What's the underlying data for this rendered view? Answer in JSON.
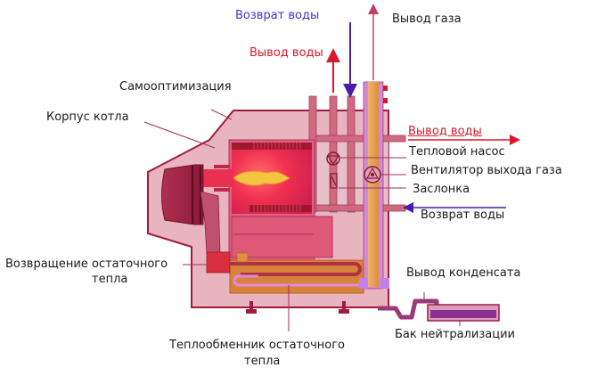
{
  "diagram": {
    "subject": "Condensing boiler schematic",
    "colors": {
      "body_fill": "#e8b4c0",
      "body_stroke": "#a01c3c",
      "chamber_fill": "#e0456a",
      "flame": "#f5c542",
      "heat_exchanger": "#d9823a",
      "flue_pipe": "#e8a55a",
      "flue_outer": "#d48ad0",
      "water_out_arrow": "#d8182a",
      "water_return_arrow": "#4a1aa8",
      "gas_out_arrow": "#c04060"
    },
    "labels": {
      "water_return_top": "Возврат воды",
      "water_out_top": "Вывод воды",
      "gas_out": "Вывод газа",
      "self_optimization": "Самооптимизация",
      "boiler_body": "Корпус котла",
      "water_out_right": "Вывод воды",
      "heat_pump": "Тепловой насос",
      "gas_fan": "Вентилятор выхода газа",
      "damper": "Заслонка",
      "water_return_right": "Возврат воды",
      "residual_heat_return_line1": "Возвращение остаточного",
      "residual_heat_return_line2": "тепла",
      "condensate_out": "Вывод конденсата",
      "residual_heat_exchanger_line1": "Теплообменник остаточного",
      "residual_heat_exchanger_line2": "тепла",
      "neutralization_tank": "Бак нейтрализации"
    }
  }
}
